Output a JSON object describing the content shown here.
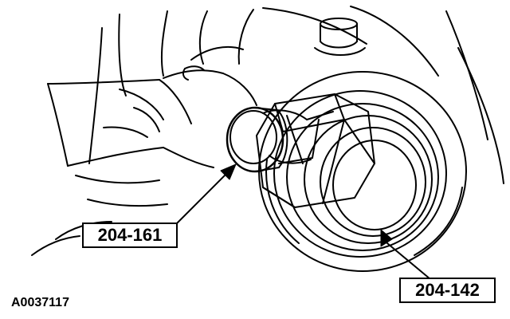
{
  "diagram": {
    "callouts": {
      "tool_left": "204-161",
      "tool_right": "204-142"
    },
    "figure_id": "A0037117"
  },
  "colors": {
    "line": "#000000",
    "background": "#ffffff"
  }
}
